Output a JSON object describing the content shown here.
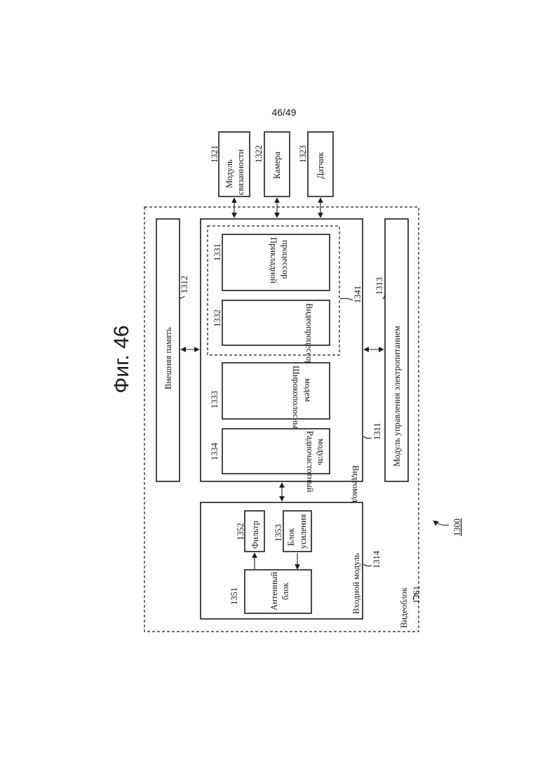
{
  "page_number": "46/49",
  "figure_title": "Фиг. 46",
  "blocks": {
    "comm_module": {
      "line1": "Модуль",
      "line2": "связанности",
      "ref": "1321"
    },
    "camera": {
      "label": "Камера",
      "ref": "1322"
    },
    "sensor": {
      "label": "Датчик",
      "ref": "1323"
    },
    "external_memory": {
      "label": "Внешняя память",
      "ref": "1312"
    },
    "power_module": {
      "label": "Модуль управления электропитанием",
      "ref": "1313"
    },
    "video_module": {
      "label": "Видеомодуль",
      "ref": "1311"
    },
    "app_processor": {
      "line1": "Прикладной",
      "line2": "процессор",
      "ref": "1331"
    },
    "video_processor": {
      "label": "Видеопроцессор",
      "ref": "1332"
    },
    "broadband_modem": {
      "line1": "Широкополосный",
      "line2": "модем",
      "ref": "1333"
    },
    "rf_module": {
      "line1": "Радиочастотный",
      "line2": "модуль",
      "ref": "1334"
    },
    "processor_group": {
      "ref": "1341"
    },
    "front_end_module": {
      "label": "Входной модуль",
      "ref": "1314"
    },
    "filter": {
      "label": "Фильтр",
      "ref": "1352"
    },
    "amplifier": {
      "line1": "Блок",
      "line2": "усиления",
      "ref": "1353"
    },
    "antenna": {
      "line1": "Антенный",
      "line2": "блок",
      "ref": "1351"
    },
    "video_unit": {
      "label": "Видеоблок",
      "ref": "1361"
    }
  },
  "system_ref": "1300"
}
